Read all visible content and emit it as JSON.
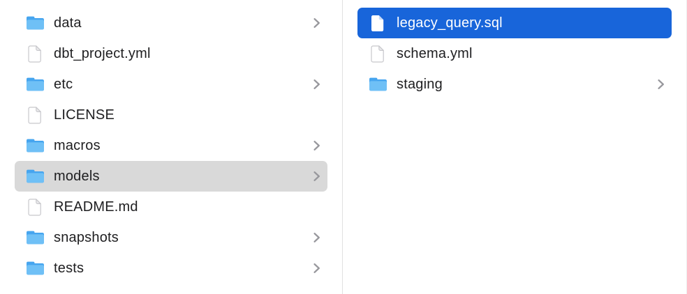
{
  "window": {
    "type": "finder-column-view"
  },
  "colors": {
    "selection_active": "#1865da",
    "selection_inactive": "#d9d9d9",
    "selected_text": "#ffffff",
    "text": "#1e1e20",
    "chevron": "#97979c",
    "divider": "#e0e0e0",
    "folder_base": "#46a5ef",
    "folder_front": "#6fc0f6",
    "file_outline": "#c7c7cb",
    "file_fill": "#ffffff",
    "file_fold": "#e9e9eb",
    "file_fold_selected": "#c9dcf8"
  },
  "icons": {
    "folder": "folder-icon",
    "file": "document-icon",
    "chevron": "chevron-right-icon"
  },
  "columns": [
    {
      "name": "left",
      "items": [
        {
          "label": "data",
          "type": "folder",
          "chevron": true,
          "selected": false
        },
        {
          "label": "dbt_project.yml",
          "type": "file",
          "chevron": false,
          "selected": false
        },
        {
          "label": "etc",
          "type": "folder",
          "chevron": true,
          "selected": false
        },
        {
          "label": "LICENSE",
          "type": "file",
          "chevron": false,
          "selected": false
        },
        {
          "label": "macros",
          "type": "folder",
          "chevron": true,
          "selected": false
        },
        {
          "label": "models",
          "type": "folder",
          "chevron": true,
          "selected": true,
          "selection": "inactive"
        },
        {
          "label": "README.md",
          "type": "file",
          "chevron": false,
          "selected": false
        },
        {
          "label": "snapshots",
          "type": "folder",
          "chevron": true,
          "selected": false
        },
        {
          "label": "tests",
          "type": "folder",
          "chevron": true,
          "selected": false
        }
      ]
    },
    {
      "name": "right",
      "items": [
        {
          "label": "legacy_query.sql",
          "type": "file",
          "chevron": false,
          "selected": true,
          "selection": "active"
        },
        {
          "label": "schema.yml",
          "type": "file",
          "chevron": false,
          "selected": false
        },
        {
          "label": "staging",
          "type": "folder",
          "chevron": true,
          "selected": false
        }
      ]
    }
  ]
}
